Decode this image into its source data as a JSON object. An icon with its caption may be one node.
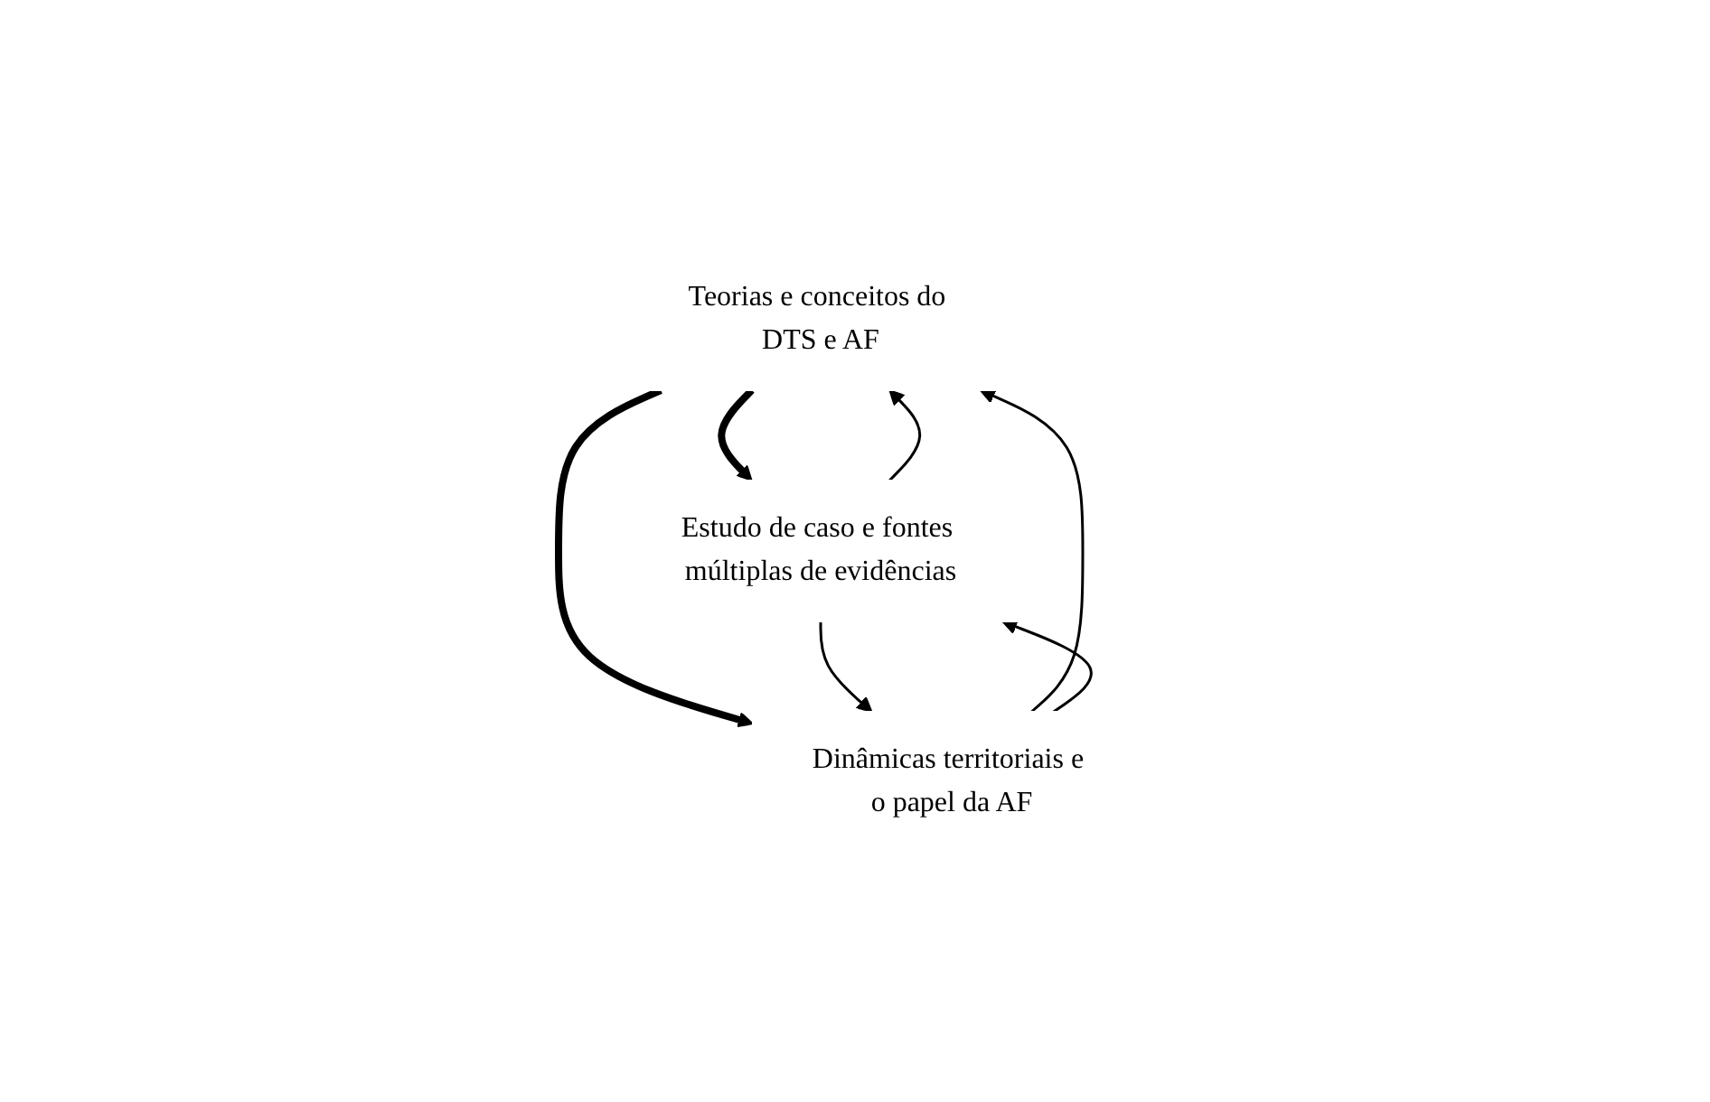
{
  "diagram": {
    "nodes": [
      {
        "text": [
          "Teorias e conceitos do DTS e AF"
        ]
      },
      {
        "text": [
          "Estudo de caso e fontes múltiplas de evidências"
        ]
      },
      {
        "text": [
          "Dinâmicas territoriais e o papel da AF"
        ]
      }
    ],
    "edges": [
      {
        "from": 0,
        "to": 1,
        "arrow": "to",
        "style": "thick"
      },
      {
        "from": 0,
        "to": 2,
        "arrow": "to",
        "style": "thick"
      },
      {
        "from": 1,
        "to": 0,
        "arrow": "to"
      },
      {
        "from": 2,
        "to": 0,
        "arrow": "to"
      },
      {
        "from": 2,
        "to": 1,
        "arrow": "to"
      },
      {
        "from": 1,
        "to": 2,
        "arrow": "to"
      }
    ]
  }
}
